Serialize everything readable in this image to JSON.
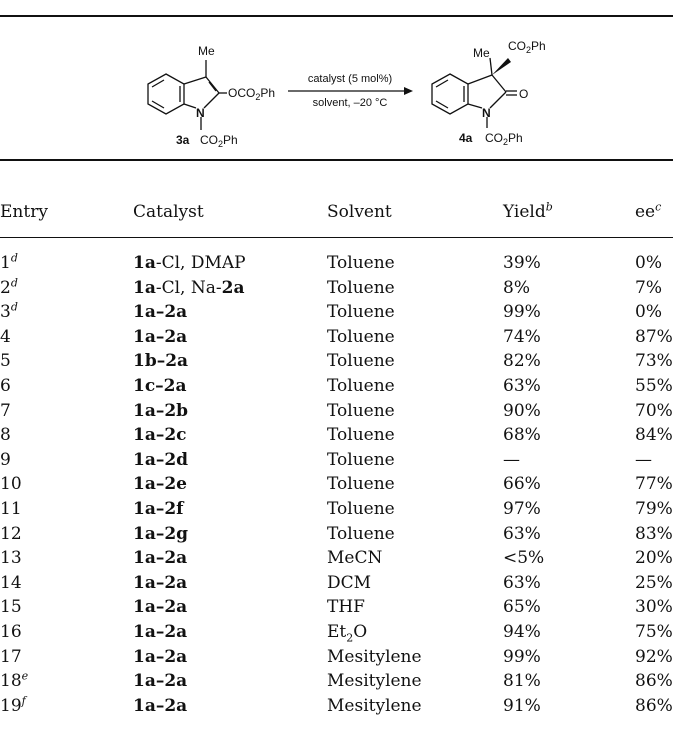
{
  "scheme": {
    "reactant_substituent": "Me",
    "reactant_group": "OCO",
    "reactant_group_sub": "2",
    "reactant_group_end": "Ph",
    "reactant_n_group": "CO",
    "reactant_n_group_sub": "2",
    "reactant_n_group_end": "Ph",
    "reactant_atom_n": "N",
    "reactant_label": "3a",
    "arrow_top": "catalyst (5 mol%)",
    "arrow_bottom": "solvent, –20 °C",
    "product_substituent": "Me",
    "product_ester": "CO",
    "product_ester_sub": "2",
    "product_ester_end": "Ph",
    "product_oxygen": "O",
    "product_atom_n": "N",
    "product_n_group": "CO",
    "product_n_group_sub": "2",
    "product_n_group_end": "Ph",
    "product_label": "4a"
  },
  "headers": {
    "entry": "Entry",
    "catalyst": "Catalyst",
    "solvent": "Solvent",
    "yield": "Yield",
    "yield_note": "b",
    "ee": "ee",
    "ee_note": "c"
  },
  "rows": [
    {
      "entry": "1",
      "note": "d",
      "cat": [
        {
          "t": "1a",
          "b": true
        },
        {
          "t": "-Cl, DMAP",
          "b": false
        }
      ],
      "solvent": "Toluene",
      "yield": "39%",
      "ee": "0%"
    },
    {
      "entry": "2",
      "note": "d",
      "cat": [
        {
          "t": "1a",
          "b": true
        },
        {
          "t": "-Cl, Na-",
          "b": false
        },
        {
          "t": "2a",
          "b": true
        }
      ],
      "solvent": "Toluene",
      "yield": "8%",
      "ee": "7%"
    },
    {
      "entry": "3",
      "note": "d",
      "cat": [
        {
          "t": "1a–2a",
          "b": true
        }
      ],
      "solvent": "Toluene",
      "yield": "99%",
      "ee": "0%"
    },
    {
      "entry": "4",
      "note": "",
      "cat": [
        {
          "t": "1a–2a",
          "b": true
        }
      ],
      "solvent": "Toluene",
      "yield": "74%",
      "ee": "87%"
    },
    {
      "entry": "5",
      "note": "",
      "cat": [
        {
          "t": "1b–2a",
          "b": true
        }
      ],
      "solvent": "Toluene",
      "yield": "82%",
      "ee": "73%"
    },
    {
      "entry": "6",
      "note": "",
      "cat": [
        {
          "t": "1c–2a",
          "b": true
        }
      ],
      "solvent": "Toluene",
      "yield": "63%",
      "ee": "55%"
    },
    {
      "entry": "7",
      "note": "",
      "cat": [
        {
          "t": "1a–2b",
          "b": true
        }
      ],
      "solvent": "Toluene",
      "yield": "90%",
      "ee": "70%"
    },
    {
      "entry": "8",
      "note": "",
      "cat": [
        {
          "t": "1a–2c",
          "b": true
        }
      ],
      "solvent": "Toluene",
      "yield": "68%",
      "ee": "84%"
    },
    {
      "entry": "9",
      "note": "",
      "cat": [
        {
          "t": "1a–2d",
          "b": true
        }
      ],
      "solvent": "Toluene",
      "yield": "—",
      "ee": "—"
    },
    {
      "entry": "10",
      "note": "",
      "cat": [
        {
          "t": "1a–2e",
          "b": true
        }
      ],
      "solvent": "Toluene",
      "yield": "66%",
      "ee": "77%"
    },
    {
      "entry": "11",
      "note": "",
      "cat": [
        {
          "t": "1a–2f",
          "b": true
        }
      ],
      "solvent": "Toluene",
      "yield": "97%",
      "ee": "79%"
    },
    {
      "entry": "12",
      "note": "",
      "cat": [
        {
          "t": "1a–2g",
          "b": true
        }
      ],
      "solvent": "Toluene",
      "yield": "63%",
      "ee": "83%"
    },
    {
      "entry": "13",
      "note": "",
      "cat": [
        {
          "t": "1a–2a",
          "b": true
        }
      ],
      "solvent": "MeCN",
      "yield": "<5%",
      "ee": "20%"
    },
    {
      "entry": "14",
      "note": "",
      "cat": [
        {
          "t": "1a–2a",
          "b": true
        }
      ],
      "solvent": "DCM",
      "yield": "63%",
      "ee": "25%"
    },
    {
      "entry": "15",
      "note": "",
      "cat": [
        {
          "t": "1a–2a",
          "b": true
        }
      ],
      "solvent": "THF",
      "yield": "65%",
      "ee": "30%"
    },
    {
      "entry": "16",
      "note": "",
      "cat": [
        {
          "t": "1a–2a",
          "b": true
        }
      ],
      "solvent": "Et",
      "solvent_sub": "2",
      "solvent_end": "O",
      "yield": "94%",
      "ee": "75%"
    },
    {
      "entry": "17",
      "note": "",
      "cat": [
        {
          "t": "1a–2a",
          "b": true
        }
      ],
      "solvent": "Mesitylene",
      "yield": "99%",
      "ee": "92%"
    },
    {
      "entry": "18",
      "note": "e",
      "cat": [
        {
          "t": "1a–2a",
          "b": true
        }
      ],
      "solvent": "Mesitylene",
      "yield": "81%",
      "ee": "86%"
    },
    {
      "entry": "19",
      "note": "f",
      "cat": [
        {
          "t": "1a–2a",
          "b": true
        }
      ],
      "solvent": "Mesitylene",
      "yield": "91%",
      "ee": "86%"
    }
  ]
}
